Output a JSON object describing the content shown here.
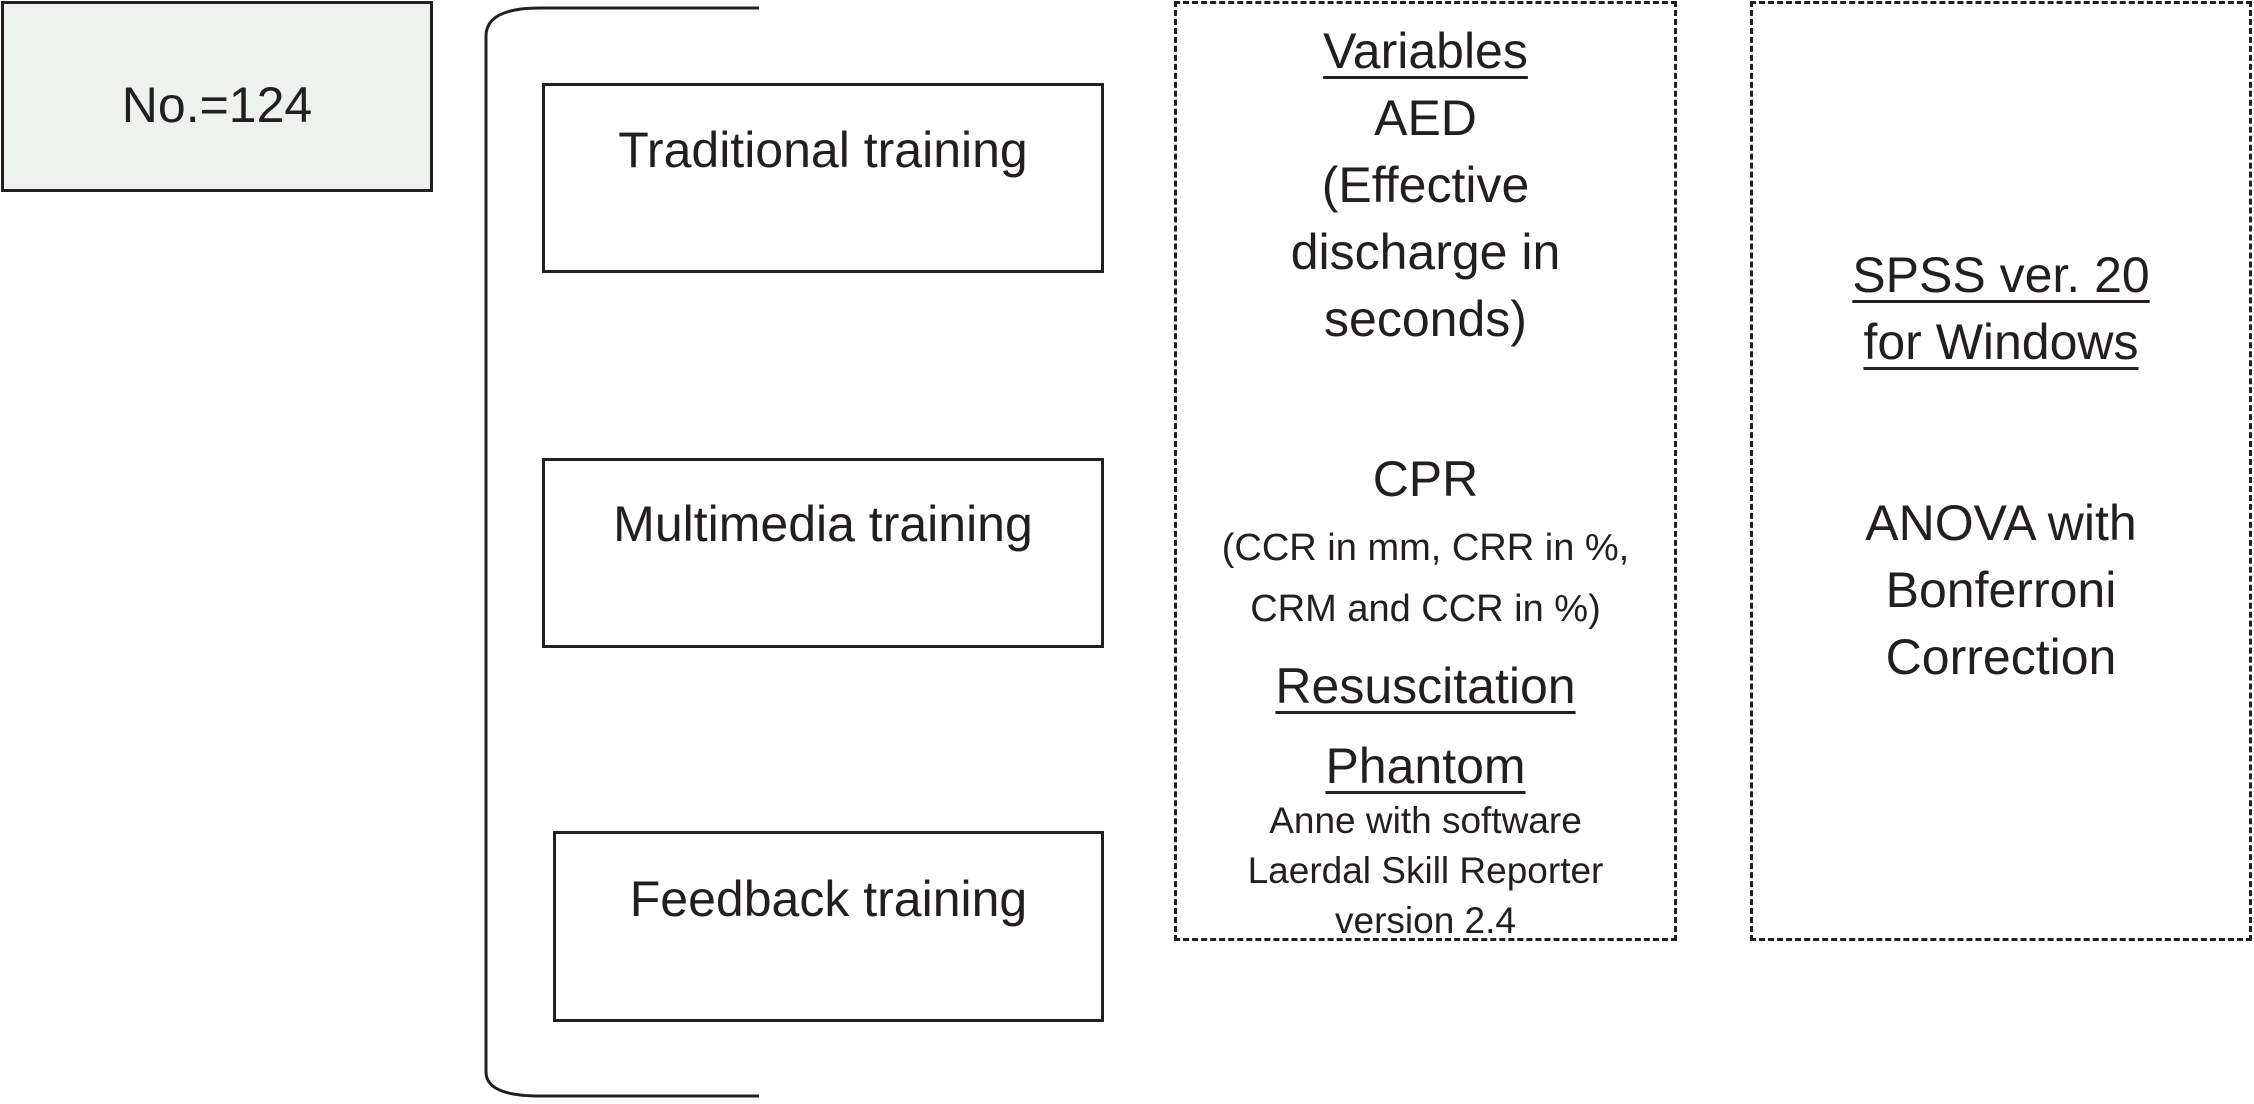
{
  "sample": {
    "label": "No.=124"
  },
  "groups": [
    {
      "label": "Traditional training"
    },
    {
      "label": "Multimedia training"
    },
    {
      "label": "Feedback training"
    }
  ],
  "variables": {
    "heading": "Variables ",
    "aed": {
      "title": "AED",
      "desc_lines": [
        "(Effective",
        "discharge in",
        "seconds)"
      ]
    },
    "cpr": {
      "title": "CPR",
      "desc_lines": [
        "(CCR in mm, CRR in %,",
        "CRM and CCR in %)"
      ]
    },
    "phantom": {
      "heading_lines": [
        "Resuscitation ",
        "Phantom"
      ],
      "desc_lines": [
        "Anne with software",
        "Laerdal Skill Reporter",
        "version 2.4"
      ]
    }
  },
  "statistics": {
    "heading_lines": [
      "SPSS ver. 20",
      " for Windows "
    ],
    "method_lines": [
      "ANOVA with",
      "Bonferroni",
      "Correction"
    ]
  }
}
